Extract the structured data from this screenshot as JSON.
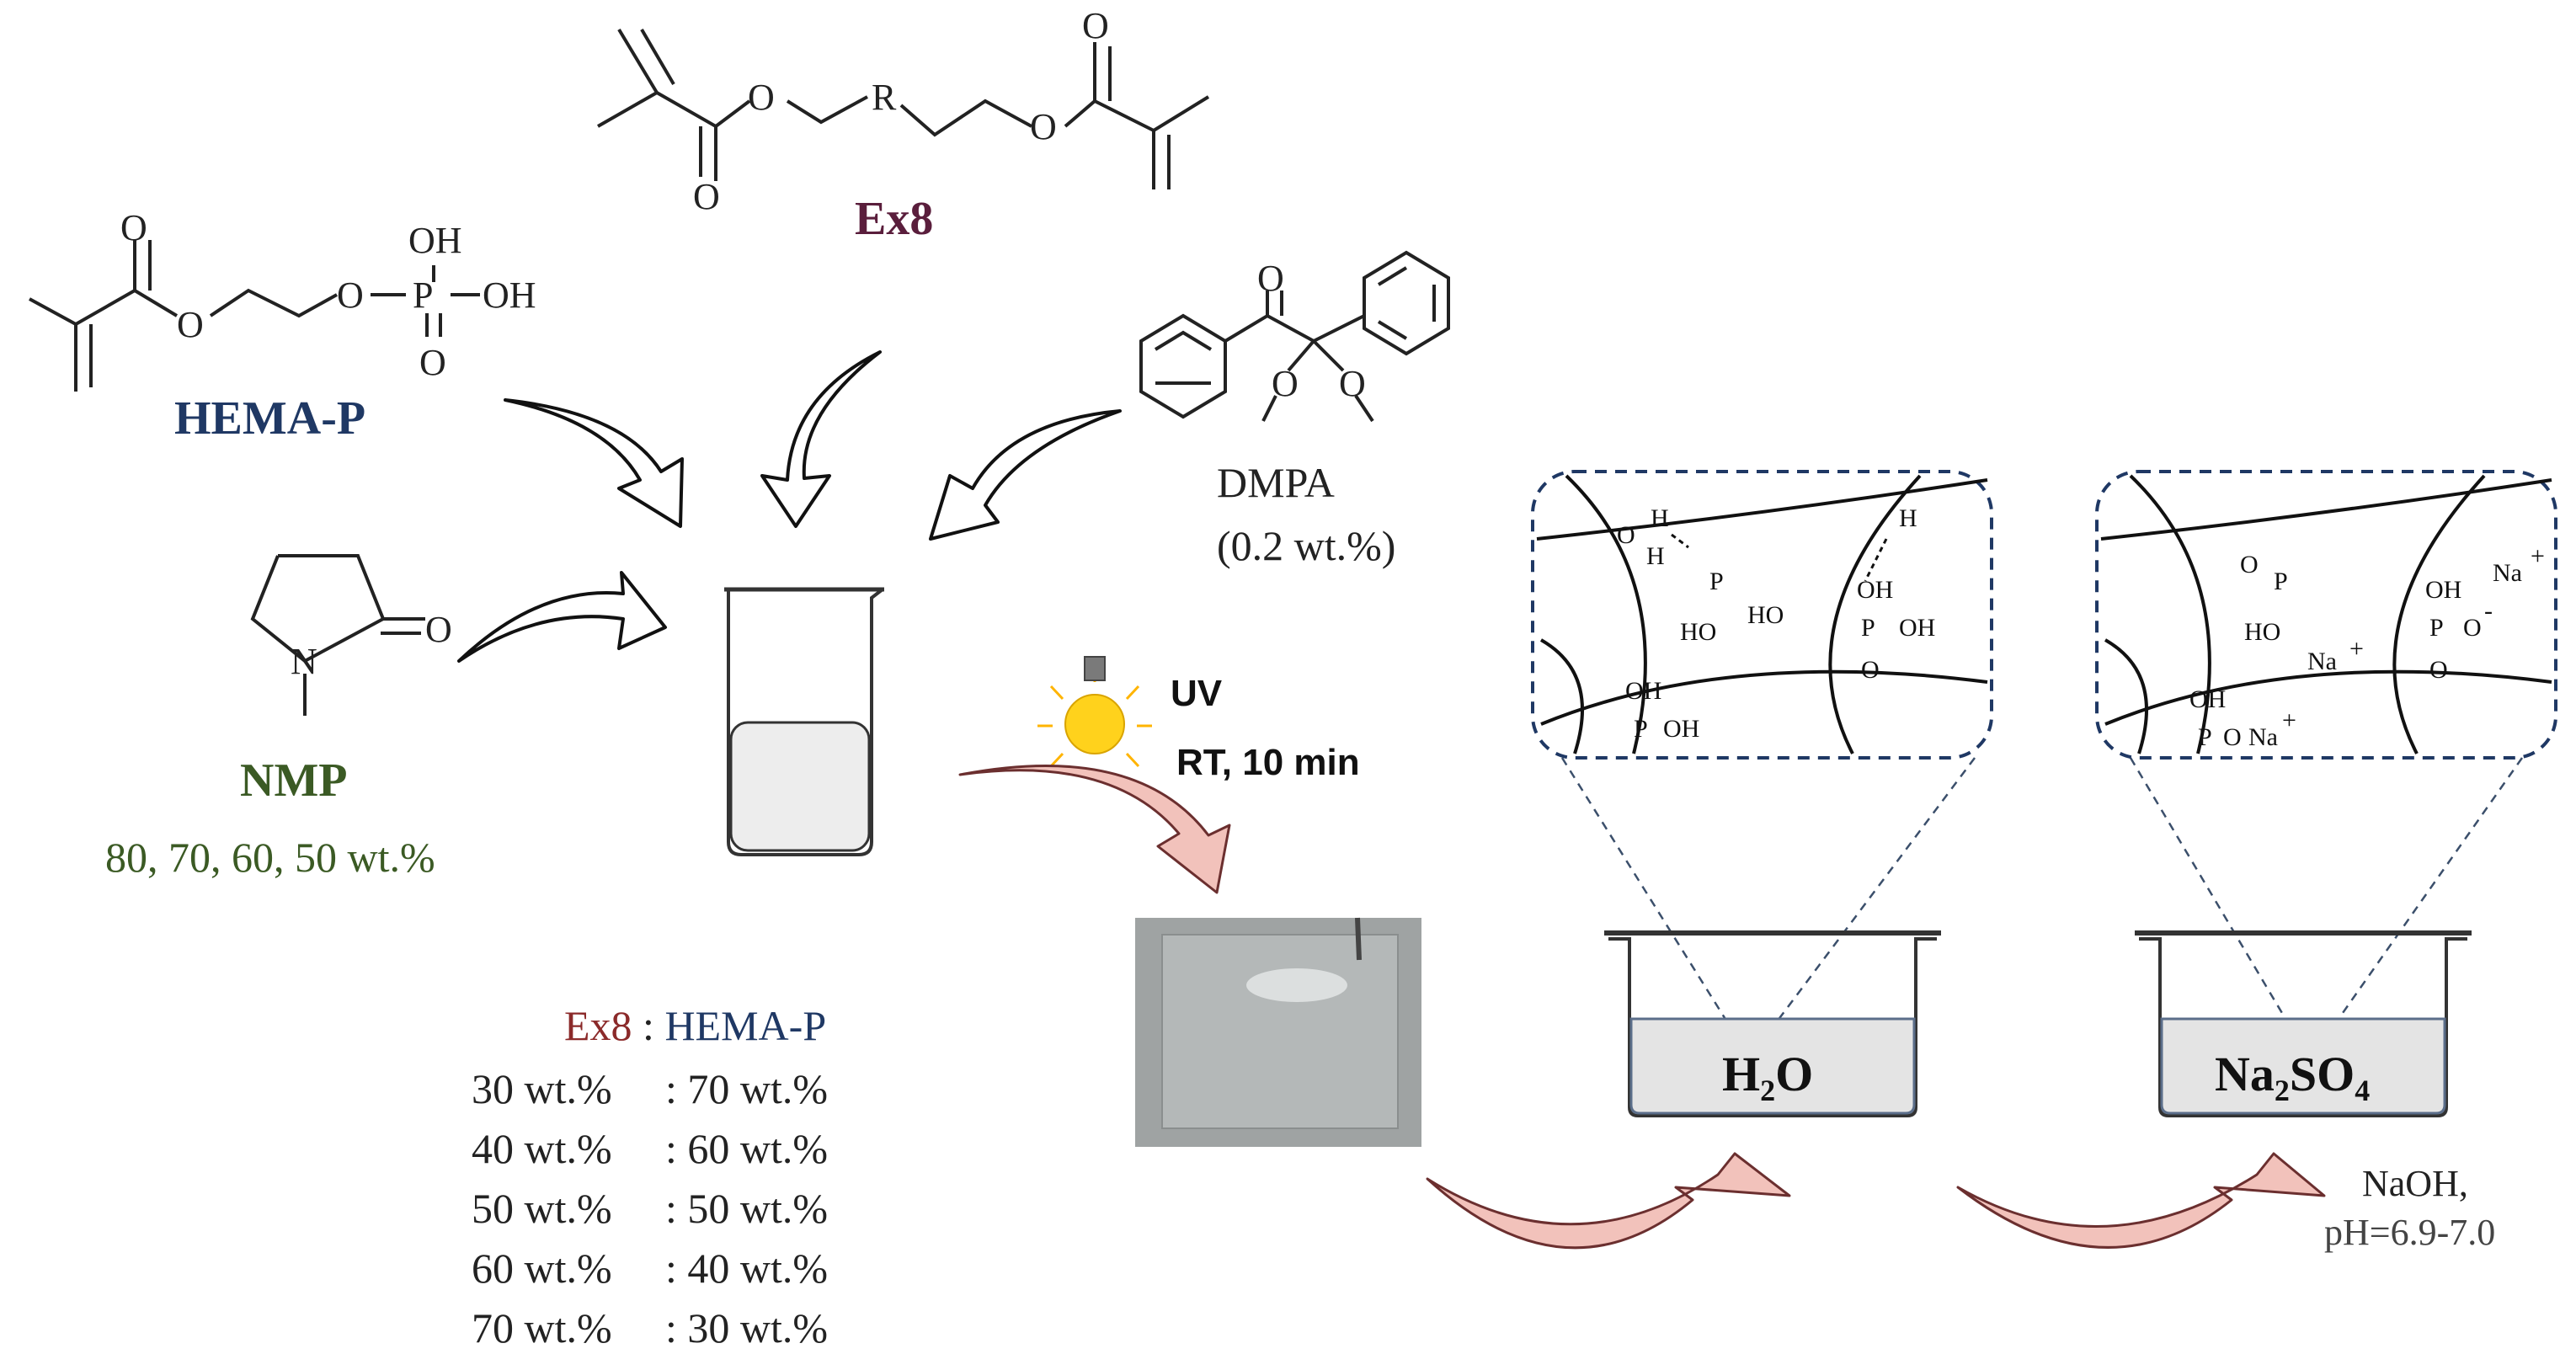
{
  "colors": {
    "ex8": "#5a1e3c",
    "hemap": "#1f3864",
    "nmp": "#3b5a24",
    "ratio_ex8": "#8b2a2a",
    "arrow_pink": "#f2c2bb",
    "arrow_pink_stroke": "#6b2f2f",
    "bulb": "#ffd21c",
    "dash": "#1f3864"
  },
  "labels": {
    "ex8": "Ex8",
    "hemap": "HEMA-P",
    "nmp": "NMP",
    "nmp_conc": "80, 70, 60, 50 wt.%",
    "dmpa": "DMPA",
    "dmpa_conc": "(0.2 wt.%)",
    "uv": "UV",
    "uv_cond": "RT, 10 min",
    "naoh": "NaOH,",
    "ph": "pH=6.9-7.0"
  },
  "ratio_table": {
    "header_ex8": "Ex8",
    "header_sep": " : ",
    "header_hemap": "HEMA-P",
    "rows": [
      {
        "ex8": "30 wt.%",
        "hemap": ": 70 wt.%"
      },
      {
        "ex8": "40 wt.%",
        "hemap": ": 60 wt.%"
      },
      {
        "ex8": "50 wt.%",
        "hemap": ": 50 wt.%"
      },
      {
        "ex8": "60 wt.%",
        "hemap": ": 40 wt.%"
      },
      {
        "ex8": "70 wt.%",
        "hemap": ": 30 wt.%"
      }
    ]
  },
  "structures": {
    "ex8_R": "R",
    "ex8_O": "O",
    "hemap_OH": "OH",
    "hemap_P": "P",
    "hemap_O": "O",
    "nmp_N": "N",
    "nmp_O": "O",
    "dmpa_O": "O"
  },
  "baths": {
    "water_main": "H",
    "water_sub": "2",
    "water_end": "O",
    "salt_a": "Na",
    "salt_sub1": "2",
    "salt_b": "SO",
    "salt_sub2": "4"
  },
  "zoom1": {
    "o": "O",
    "h": "H",
    "ho": "HO",
    "oh": "OH",
    "p": "P"
  },
  "zoom2": {
    "na": "Na",
    "plus": "+",
    "ho": "HO",
    "oh": "OH",
    "p": "P",
    "o": "O",
    "minus": "-"
  }
}
